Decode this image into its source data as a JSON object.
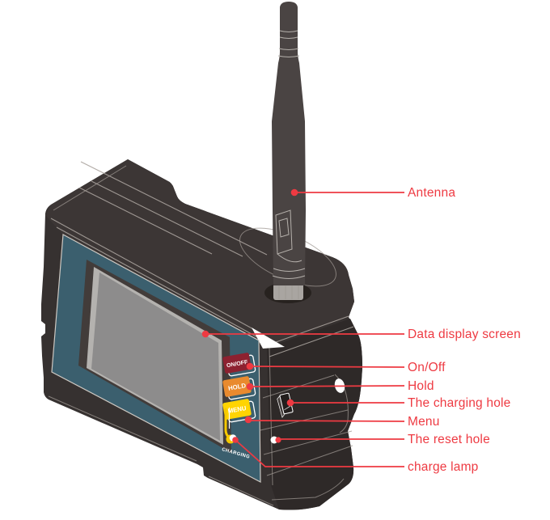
{
  "device": {
    "buttons": [
      {
        "label": "ON/OFF",
        "color": "#8d2130"
      },
      {
        "label": "HOLD",
        "color": "#e98a2e"
      },
      {
        "label": "MENU",
        "color": "#ffd402"
      }
    ],
    "charging_lamp_label": "CHARGING"
  },
  "callouts": [
    {
      "label": "Antenna"
    },
    {
      "label": "Data display screen"
    },
    {
      "label": "On/Off"
    },
    {
      "label": "Hold"
    },
    {
      "label": "The charging hole"
    },
    {
      "label": "Menu"
    },
    {
      "label": "The reset hole"
    },
    {
      "label": "charge lamp"
    }
  ],
  "colors": {
    "accent": "#ee3a42",
    "body": "#363130",
    "bezel": "#3b5f6e",
    "screen": "#8d8c8c",
    "led_yellow": "#f6c900"
  }
}
